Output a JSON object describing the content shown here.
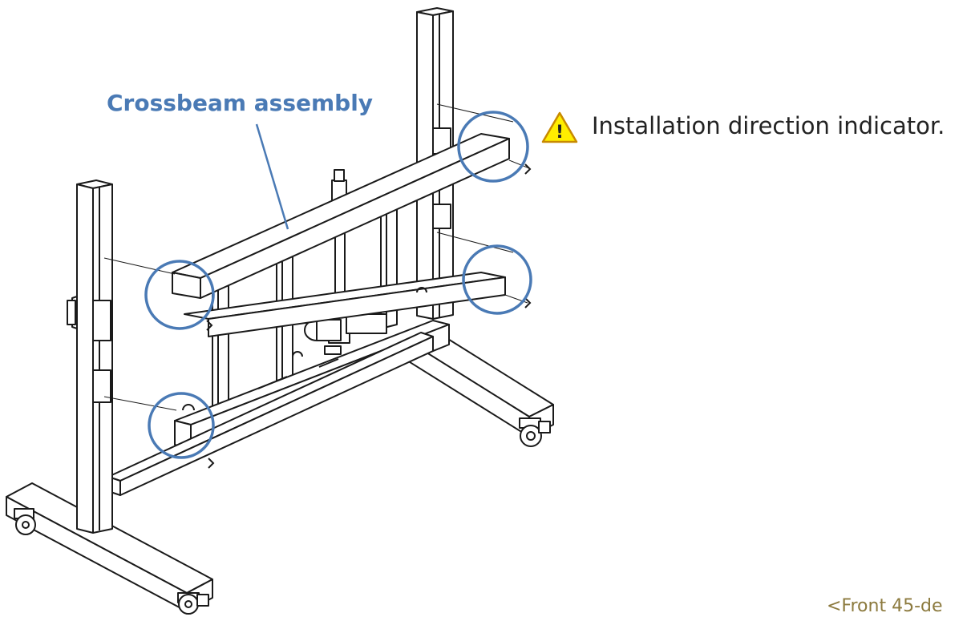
{
  "labels": {
    "crossbeam": "Crossbeam assembly",
    "direction_note": "Installation direction indicator.",
    "view_caption": "<Front 45-de"
  },
  "icons": {
    "warning": "warning-triangle-icon"
  },
  "colors": {
    "callout_blue": "#4a7ab5",
    "line_art": "#1a1a1a",
    "warning_fill": "#ffee00",
    "caption_olive": "#8c7a3e"
  }
}
